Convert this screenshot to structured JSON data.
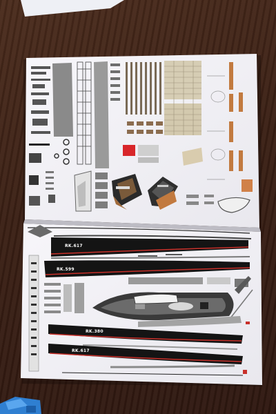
{
  "photo": {
    "subject": "paper-model-sheet",
    "hull_labels": [
      "RK.617",
      "RK.599",
      "RK.380",
      "RK.617"
    ],
    "colors": {
      "table": "#3a1f14",
      "paper": "#f4f3f6",
      "hull_black": "#141414",
      "accent_red": "#c8302a",
      "wood": "#c27a3f",
      "deck_grey": "#8c8c8c",
      "toy_blue": "#2f7fd1"
    }
  }
}
